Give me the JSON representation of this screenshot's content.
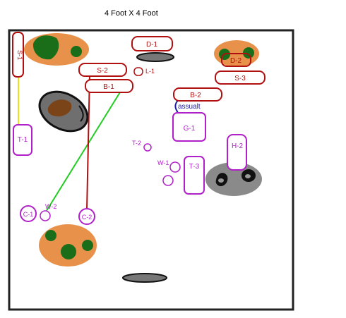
{
  "title": "4 Foot X 4 Foot",
  "colors": {
    "border": "#222222",
    "red": "#b01010",
    "purple": "#b020c8",
    "terrain_orange": "#e8914a",
    "terrain_green": "#1a6e1a",
    "rock_grey": "#6f6f6f",
    "rock_dark": "#333333",
    "blue": "#1a1aa0",
    "yellow": "#e8e020",
    "green_line": "#22cc22",
    "brown": "#7a4418"
  },
  "labels": {
    "s1": "S-1",
    "d1": "D-1",
    "l1": "L-1",
    "s2": "S-2",
    "b1": "B-1",
    "d2": "D-2",
    "s3": "S-3",
    "b2": "B-2",
    "assault": "assualt",
    "t1": "T-1",
    "g1": "G-1",
    "t2": "T-2",
    "h2": "H-2",
    "w1": "W-1",
    "t3": "T-3",
    "c1": "C-1",
    "w2": "W-2",
    "c2": "C-2"
  }
}
